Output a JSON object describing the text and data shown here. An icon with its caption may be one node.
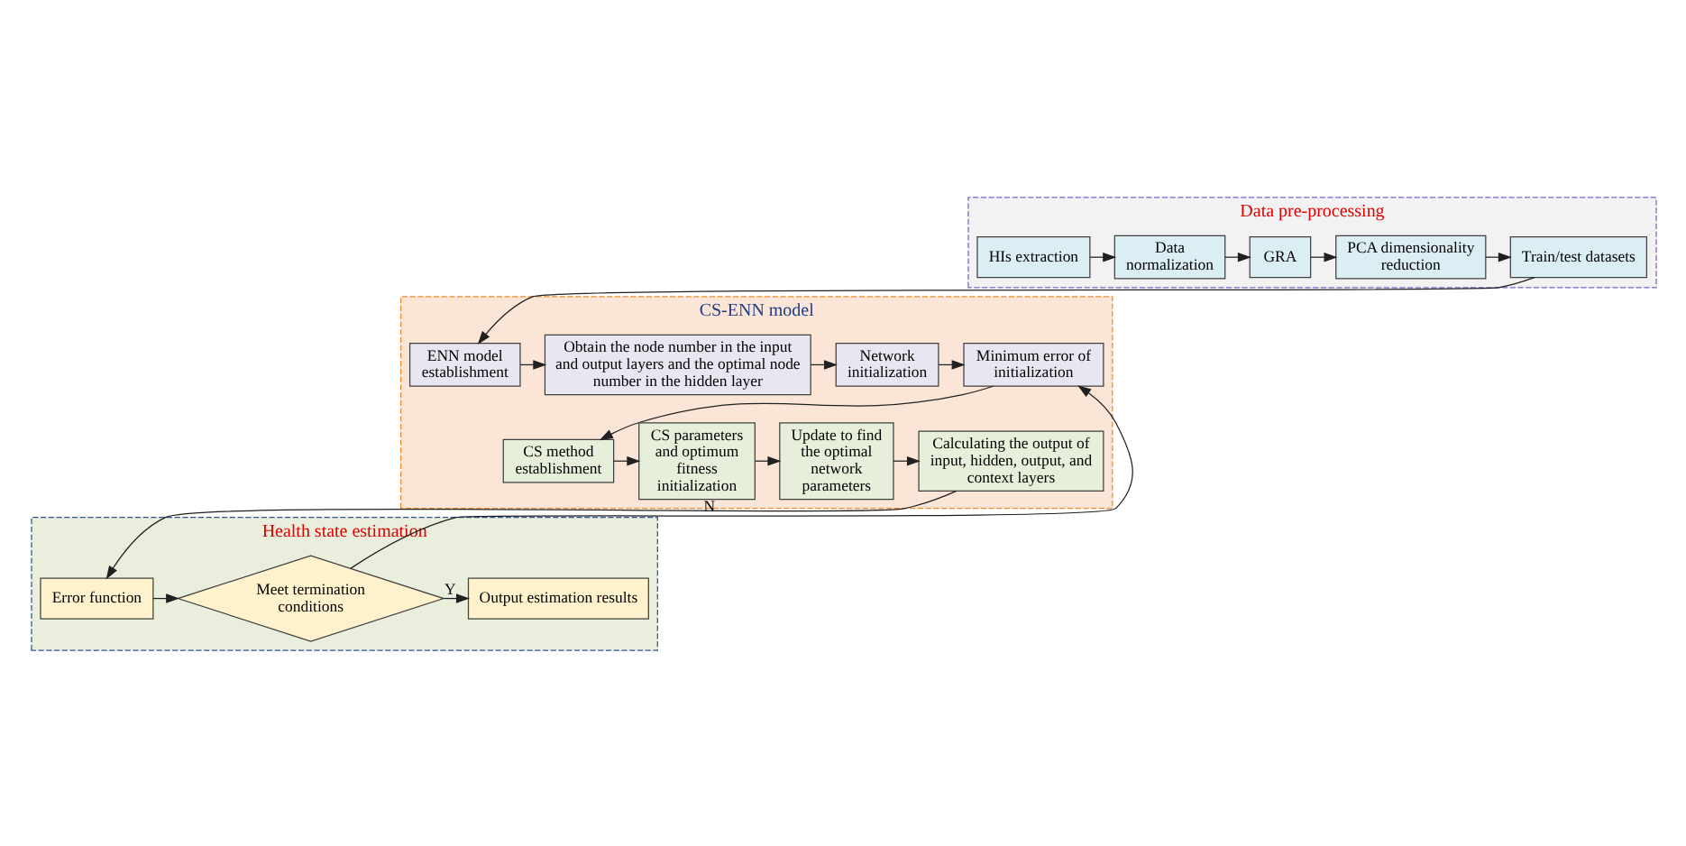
{
  "diagram": {
    "nodes": [
      {
        "text": [
          "Data pre-processing"
        ]
      },
      {
        "text": [
          "HIs extraction"
        ],
        "in": 0
      },
      {
        "text": [
          "Data normalization"
        ],
        "in": 0
      },
      {
        "text": [
          "GRA"
        ],
        "in": 0
      },
      {
        "text": [
          "PCA dimensionality reduction"
        ],
        "in": 0
      },
      {
        "text": [
          "Train/test datasets"
        ],
        "in": 0
      },
      {
        "text": [
          "CS-ENN model"
        ]
      },
      {
        "text": [
          "Minimum error of initialization"
        ],
        "in": 6
      },
      {
        "text": [
          "Network initialization"
        ],
        "in": 6
      },
      {
        "text": [
          "Obtain the node number in the input and output layers and the optimal node number in the hidden layer"
        ],
        "in": 6
      },
      {
        "text": [
          "ENN model establishment"
        ],
        "in": 6
      },
      {
        "text": [
          "CS method establishment"
        ],
        "in": 6
      },
      {
        "text": [
          "CS parameters and optimum fitness initialization"
        ],
        "in": 6
      },
      {
        "text": [
          "Update to find the optimal network parameters"
        ],
        "in": 6
      },
      {
        "text": [
          "Calculating the output of input, hidden, output, and context layers"
        ],
        "in": 6
      },
      {
        "text": [
          "Health state estimation"
        ]
      },
      {
        "text": [
          "Output estimation results"
        ],
        "in": 15
      },
      {
        "text": [
          "Meet termination conditions"
        ],
        "in": 15
      },
      {
        "text": [
          "Error function"
        ],
        "in": 15
      }
    ],
    "edges": [
      {
        "from": 1,
        "to": 2,
        "arrow": "to"
      },
      {
        "from": 2,
        "to": 3,
        "arrow": "to"
      },
      {
        "from": 3,
        "to": 4,
        "arrow": "to"
      },
      {
        "from": 4,
        "to": 5,
        "arrow": "to"
      },
      {
        "from": 5,
        "to": 10,
        "arrow": "to"
      },
      {
        "from": 10,
        "to": 9,
        "arrow": "to"
      },
      {
        "from": 9,
        "to": 8,
        "arrow": "to"
      },
      {
        "from": 8,
        "to": 7,
        "arrow": "to"
      },
      {
        "from": 7,
        "to": 11,
        "arrow": "to"
      },
      {
        "from": 11,
        "to": 12,
        "arrow": "to"
      },
      {
        "from": 12,
        "to": 13,
        "arrow": "to"
      },
      {
        "from": 13,
        "to": 14,
        "arrow": "to"
      },
      {
        "from": 14,
        "to": 18,
        "arrow": "to"
      },
      {
        "from": 18,
        "to": 17,
        "arrow": "to"
      },
      {
        "from": 17,
        "to": 16,
        "arrow": "to",
        "label": "Y"
      },
      {
        "from": 17,
        "to": 7,
        "arrow": "to",
        "label": "N"
      }
    ]
  }
}
